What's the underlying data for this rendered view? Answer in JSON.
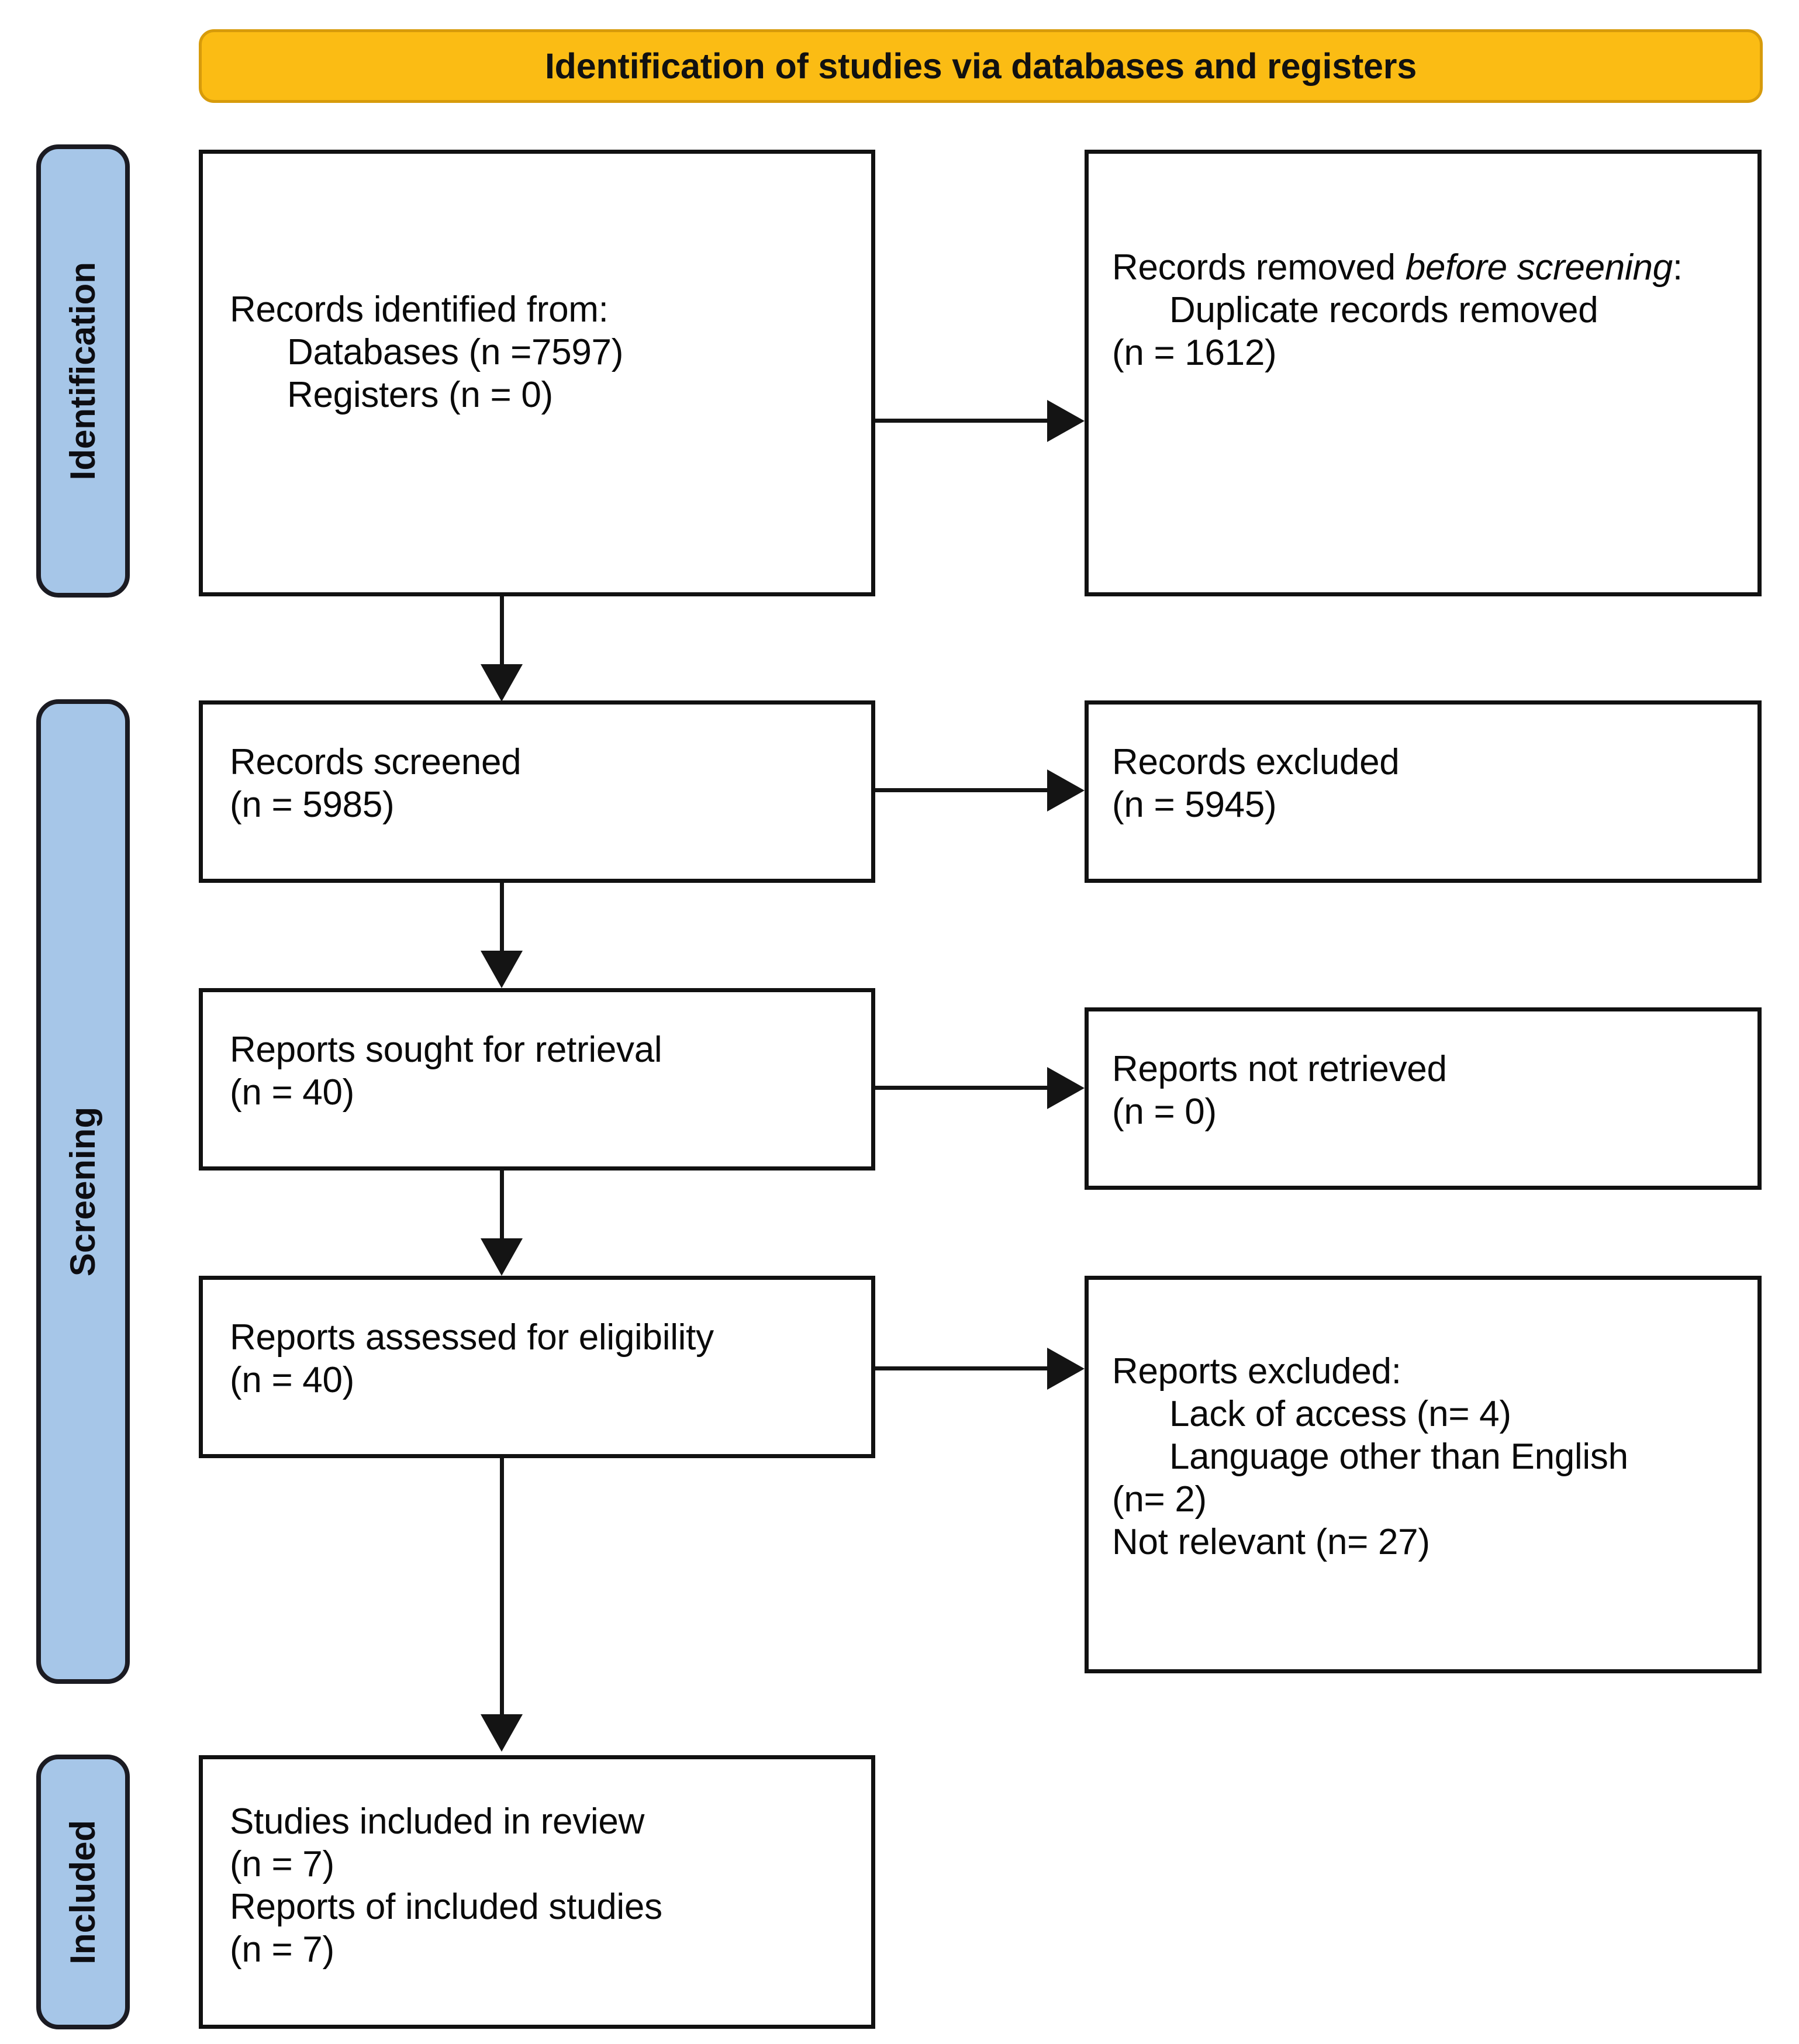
{
  "banner": {
    "title": "Identification of studies via databases and registers"
  },
  "stages": [
    {
      "key": "identification",
      "label": "Identification"
    },
    {
      "key": "screening",
      "label": "Screening"
    },
    {
      "key": "included",
      "label": "Included"
    }
  ],
  "boxes": {
    "records_identified": {
      "lines": [
        {
          "text": "Records identified from:",
          "indent": false
        },
        {
          "text": "Databases (n =7597)",
          "indent": true
        },
        {
          "text": "Registers (n = 0)",
          "indent": true
        }
      ]
    },
    "records_removed": {
      "lead": "Records removed ",
      "lead_italic": "before screening",
      "lead_tail": ":",
      "lines": [
        {
          "text": "Duplicate records removed",
          "indent": true
        },
        {
          "text": "(n = 1612)",
          "indent": false
        }
      ]
    },
    "records_screened": {
      "lines": [
        {
          "text": "Records screened",
          "indent": false
        },
        {
          "text": "(n = 5985)",
          "indent": false
        }
      ]
    },
    "records_excluded": {
      "lines": [
        {
          "text": "Records excluded",
          "indent": false
        },
        {
          "text": "(n = 5945)",
          "indent": false
        }
      ]
    },
    "reports_sought": {
      "lines": [
        {
          "text": "Reports sought for retrieval",
          "indent": false
        },
        {
          "text": "(n = 40)",
          "indent": false
        }
      ]
    },
    "reports_not_retrieved": {
      "lines": [
        {
          "text": "Reports not retrieved",
          "indent": false
        },
        {
          "text": "(n = 0)",
          "indent": false
        }
      ]
    },
    "reports_assessed": {
      "lines": [
        {
          "text": "Reports assessed for eligibility",
          "indent": false
        },
        {
          "text": "(n = 40)",
          "indent": false
        }
      ]
    },
    "reports_excluded": {
      "lines": [
        {
          "text": "Reports excluded:",
          "indent": false
        },
        {
          "text": "Lack of access (n= 4)",
          "indent": true
        },
        {
          "text": "Language other than English",
          "indent": true
        },
        {
          "text": "(n= 2)",
          "indent": false
        },
        {
          "text": "Not relevant (n= 27)",
          "indent": false
        }
      ]
    },
    "studies_included": {
      "lines": [
        {
          "text": "Studies included in review",
          "indent": false
        },
        {
          "text": "(n = 7)",
          "indent": false
        },
        {
          "text": "Reports of included studies",
          "indent": false
        },
        {
          "text": "(n = 7)",
          "indent": false
        }
      ]
    }
  },
  "colors": {
    "banner_fill": "#FBBC14",
    "banner_border": "#D79B0B",
    "stage_fill": "#A6C6E8",
    "stage_border": "#1b1b22",
    "box_border": "#111111",
    "text": "#0a0a0a"
  },
  "chart_data": {
    "type": "table",
    "title": "Identification of studies via databases and registers",
    "flow": [
      {
        "stage": "Identification",
        "node": "Records identified from: Databases",
        "n": 7597
      },
      {
        "stage": "Identification",
        "node": "Records identified from: Registers",
        "n": 0
      },
      {
        "stage": "Identification",
        "node": "Duplicate records removed before screening",
        "n": 1612
      },
      {
        "stage": "Screening",
        "node": "Records screened",
        "n": 5985
      },
      {
        "stage": "Screening",
        "node": "Records excluded",
        "n": 5945
      },
      {
        "stage": "Screening",
        "node": "Reports sought for retrieval",
        "n": 40
      },
      {
        "stage": "Screening",
        "node": "Reports not retrieved",
        "n": 0
      },
      {
        "stage": "Screening",
        "node": "Reports assessed for eligibility",
        "n": 40
      },
      {
        "stage": "Screening",
        "node": "Reports excluded: Lack of access",
        "n": 4
      },
      {
        "stage": "Screening",
        "node": "Reports excluded: Language other than English",
        "n": 2
      },
      {
        "stage": "Screening",
        "node": "Reports excluded: Not relevant",
        "n": 27
      },
      {
        "stage": "Included",
        "node": "Studies included in review",
        "n": 7
      },
      {
        "stage": "Included",
        "node": "Reports of included studies",
        "n": 7
      }
    ]
  }
}
